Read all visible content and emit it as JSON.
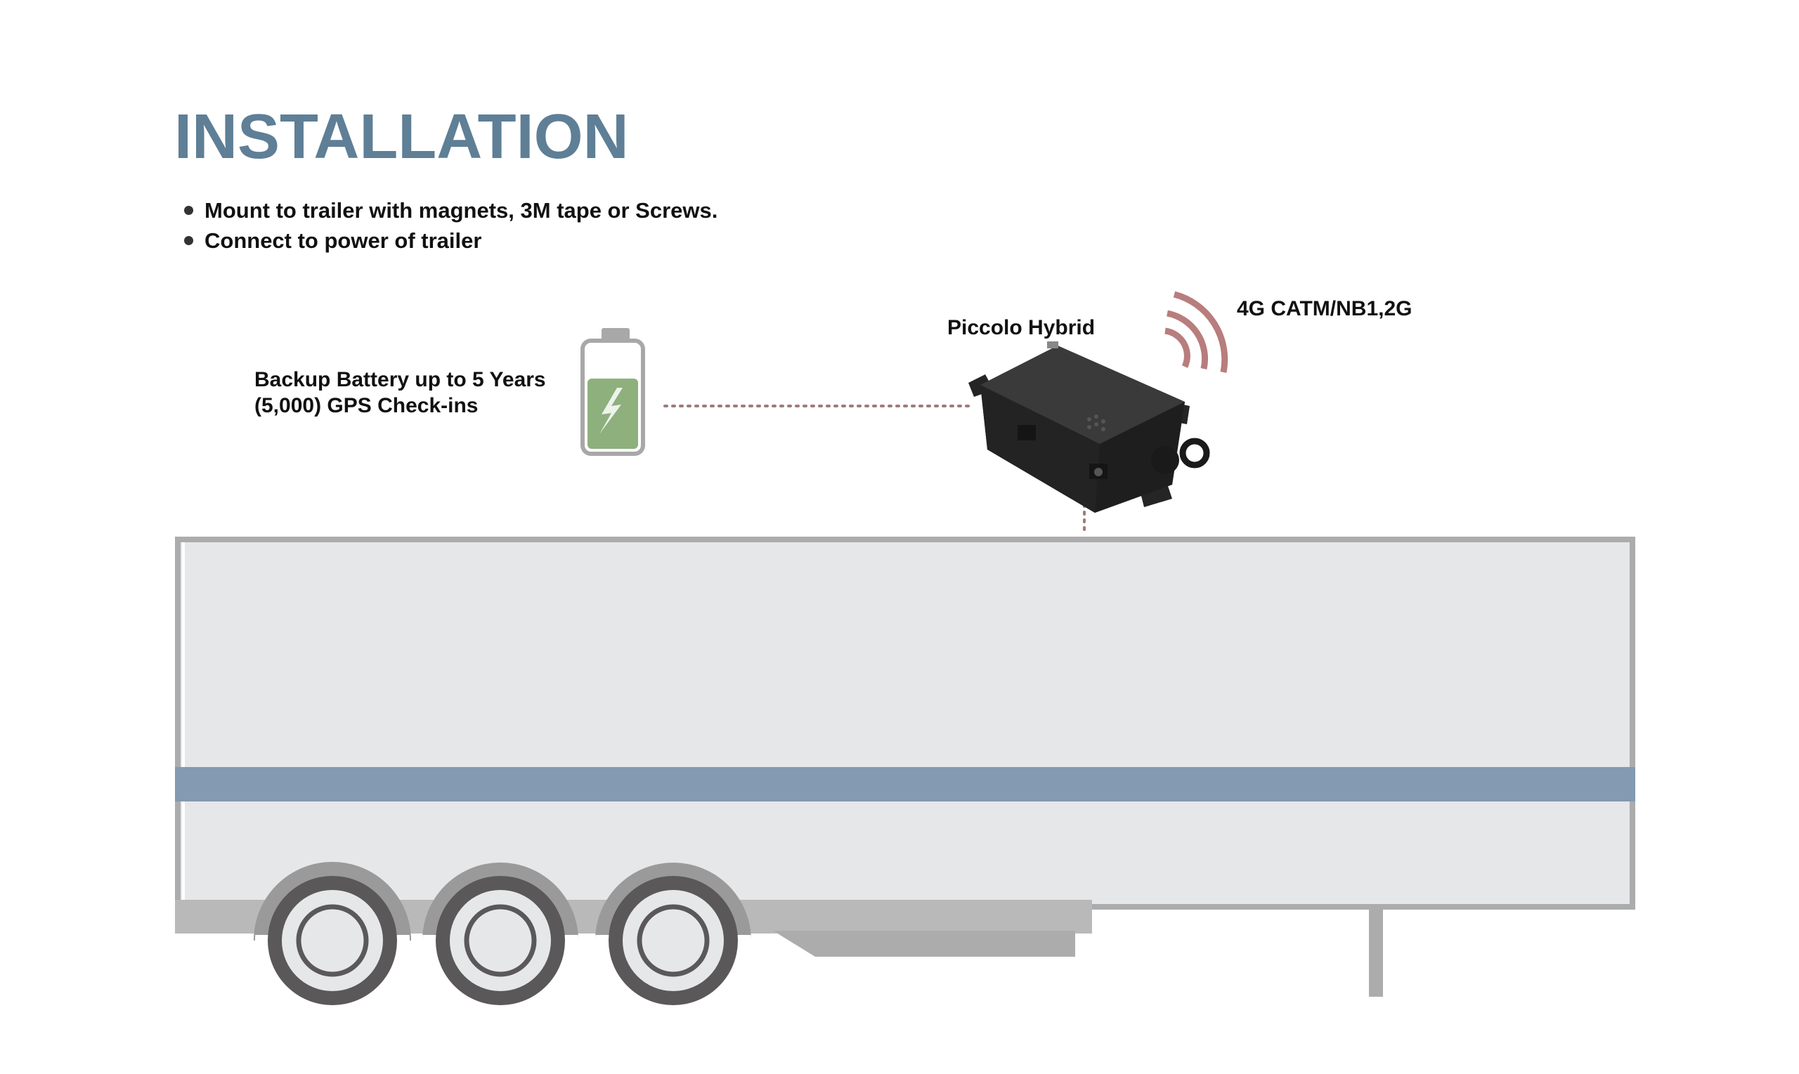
{
  "title": "INSTALLATION",
  "bullets": [
    "Mount to trailer with magnets, 3M tape or Screws.",
    "Connect to power of trailer"
  ],
  "battery": {
    "label_line1": "Backup Battery up to 5 Years",
    "label_line2": "(5,000) GPS Check-ins",
    "charge_level": 0.68
  },
  "device": {
    "label": "Piccolo Hybrid"
  },
  "network": {
    "label": "4G CATM/NB1,2G"
  },
  "colors": {
    "title": "#5e7f96",
    "battery_fill": "#8db07d",
    "battery_shell": "#a8a8a8",
    "signal": "#b87d7d",
    "dotted_line": "#a07a7a",
    "trailer_body": "#e6e7e9",
    "trailer_frame": "#acacac",
    "trailer_stripe": "#8499b2",
    "chassis": "#b9b9b9",
    "tire": "#5a5859",
    "fender": "#9a9a9a",
    "device": "#2b2b2b"
  },
  "icons": [
    "battery-icon",
    "lightning-icon",
    "signal-waves-icon",
    "tracker-device-icon",
    "trailer-illustration"
  ]
}
